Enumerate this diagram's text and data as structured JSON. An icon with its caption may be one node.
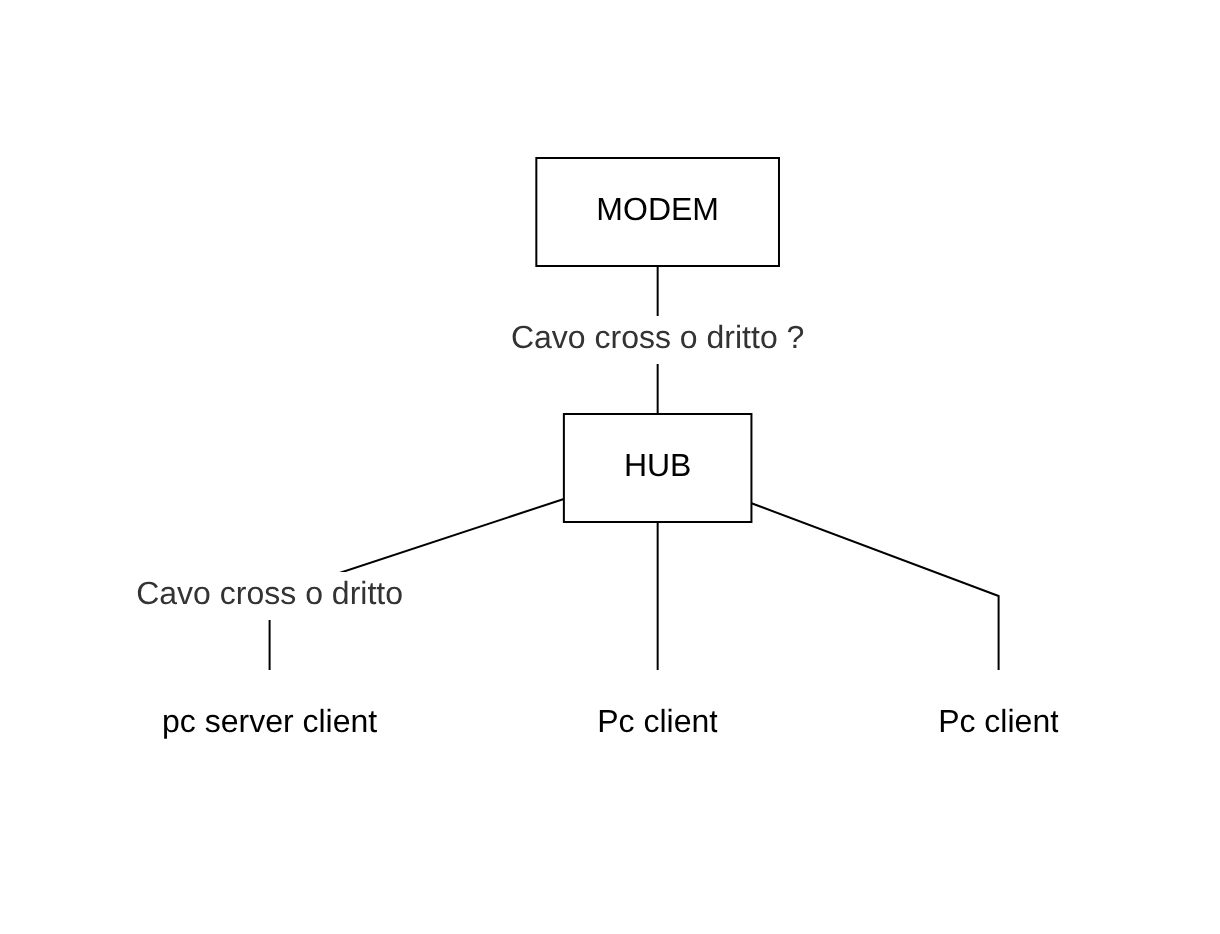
{
  "diagram": {
    "nodes": [
      {
        "text": [
          "MODEM"
        ]
      },
      {
        "text": [
          "HUB"
        ]
      },
      {
        "text": [
          "pc server client"
        ]
      },
      {
        "text": [
          "Pc client"
        ]
      },
      {
        "text": [
          "Pc client"
        ]
      }
    ],
    "edges": [
      {
        "from": 0,
        "to": 1,
        "arrow": "none",
        "label": "Cavo cross o dritto ?"
      },
      {
        "from": 1,
        "to": 2,
        "arrow": "none",
        "label": "Cavo cross o dritto"
      },
      {
        "from": 1,
        "to": 3,
        "arrow": "none"
      },
      {
        "from": 1,
        "to": 4,
        "arrow": "none"
      }
    ]
  }
}
